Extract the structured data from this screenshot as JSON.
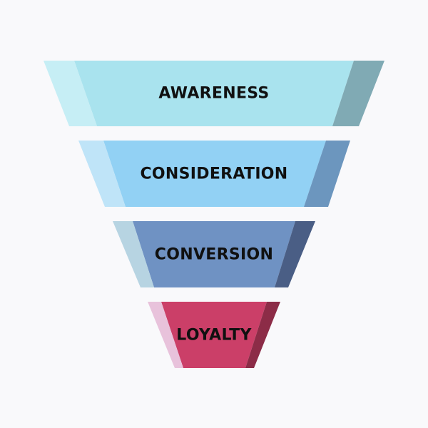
{
  "funnel": {
    "stages": [
      {
        "label": "AWARENESS",
        "colors": {
          "main": "#a9e3ee",
          "left": "#c6eef5",
          "right": "#80aab4"
        }
      },
      {
        "label": "CONSIDERATION",
        "colors": {
          "main": "#92d1f4",
          "left": "#bfe4f8",
          "right": "#6c96be"
        }
      },
      {
        "label": "CONVERSION",
        "colors": {
          "main": "#6f92c3",
          "left": "#b7d4e2",
          "right": "#4a5e85"
        }
      },
      {
        "label": "LOYALTY",
        "colors": {
          "main": "#cb3f68",
          "left": "#e8c2db",
          "right": "#8c2c47"
        }
      }
    ],
    "background": "#f9f9fb"
  }
}
